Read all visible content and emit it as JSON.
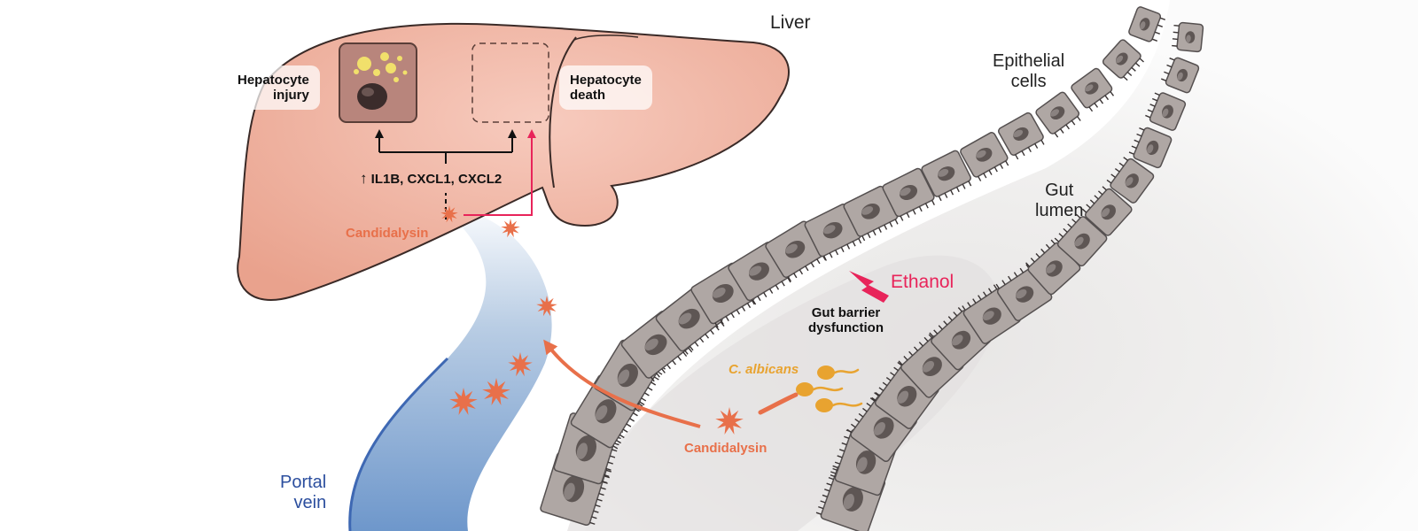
{
  "labels": {
    "liver": "Liver",
    "hepatocyte_injury": [
      "Hepatocyte",
      "injury"
    ],
    "hepatocyte_death": [
      "Hepatocyte",
      "death"
    ],
    "cytokines_arrow": "↑",
    "cytokines": "IL1B, CXCL1, CXCL2",
    "candidalysin_liver": "Candidalysin",
    "candidalysin_gut": "Candidalysin",
    "epithelial_cells": [
      "Epithelial",
      "cells"
    ],
    "gut_lumen": [
      "Gut",
      "lumen"
    ],
    "ethanol": "Ethanol",
    "gut_barrier": [
      "Gut barrier",
      "dysfunction"
    ],
    "c_albicans": "C. albicans",
    "portal_vein": [
      "Portal",
      "vein"
    ]
  },
  "colors": {
    "liver_fill": "#EEA994",
    "liver_stroke": "#3A2A27",
    "candidalysin": "#E8704A",
    "ethanol": "#E8245A",
    "portal_vein_text": "#2B4E9E",
    "vein_dark": "#3E68B3",
    "fungus": "#E8A330",
    "cell_fill": "#AFA7A4",
    "cell_stroke": "#555050"
  },
  "icons": {
    "candidalysin": "starburst",
    "ethanol": "lightning-bolt",
    "c_albicans": "tailed-spore"
  }
}
